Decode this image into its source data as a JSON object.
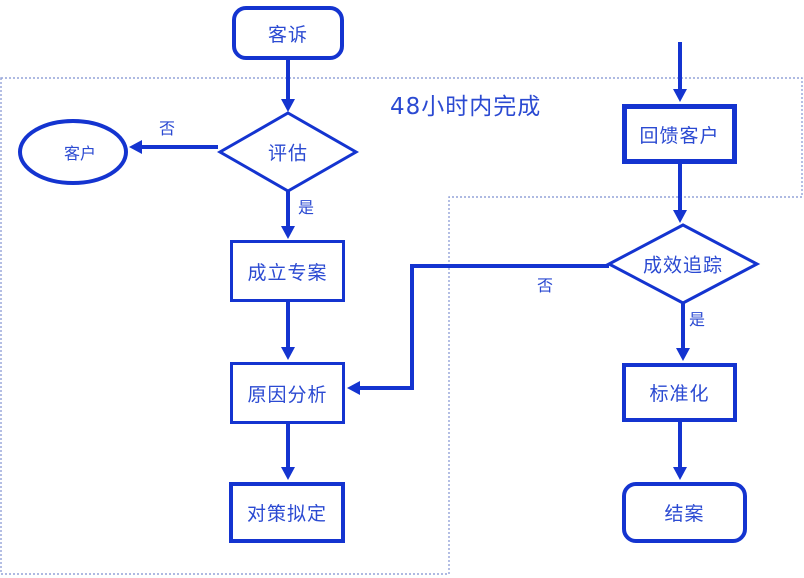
{
  "colors": {
    "line": "#1434d0",
    "text": "#2b4ad2",
    "dotted": "#93a3d8",
    "background": "#ffffff"
  },
  "caption": {
    "text": "48小时内完成"
  },
  "nodes": {
    "complaint": {
      "label": "客诉",
      "shape": "rounded-rectangle"
    },
    "evaluate": {
      "label": "评估",
      "shape": "diamond"
    },
    "customer": {
      "label": "客户",
      "shape": "ellipse"
    },
    "project": {
      "label": "成立专案",
      "shape": "rectangle"
    },
    "analysis": {
      "label": "原因分析",
      "shape": "rectangle"
    },
    "countermeasure": {
      "label": "对策拟定",
      "shape": "rectangle"
    },
    "feedback": {
      "label": "回馈客户",
      "shape": "rectangle"
    },
    "tracking": {
      "label": "成效追踪",
      "shape": "diamond"
    },
    "standardize": {
      "label": "标准化",
      "shape": "rectangle"
    },
    "close_case": {
      "label": "结案",
      "shape": "rounded-rectangle"
    }
  },
  "edge_labels": {
    "evaluate_no": "否",
    "evaluate_yes": "是",
    "tracking_no": "否",
    "tracking_yes": "是"
  },
  "edges": [
    {
      "from": "客诉",
      "to": "评估",
      "label": ""
    },
    {
      "from": "评估",
      "to": "客户",
      "label": "否"
    },
    {
      "from": "评估",
      "to": "成立专案",
      "label": "是"
    },
    {
      "from": "成立专案",
      "to": "原因分析",
      "label": ""
    },
    {
      "from": "原因分析",
      "to": "对策拟定",
      "label": ""
    },
    {
      "from": "回馈客户",
      "to": "成效追踪",
      "label": ""
    },
    {
      "from": "成效追踪",
      "to": "原因分析",
      "label": "否"
    },
    {
      "from": "成效追踪",
      "to": "标准化",
      "label": "是"
    },
    {
      "from": "标准化",
      "to": "结案",
      "label": ""
    }
  ]
}
